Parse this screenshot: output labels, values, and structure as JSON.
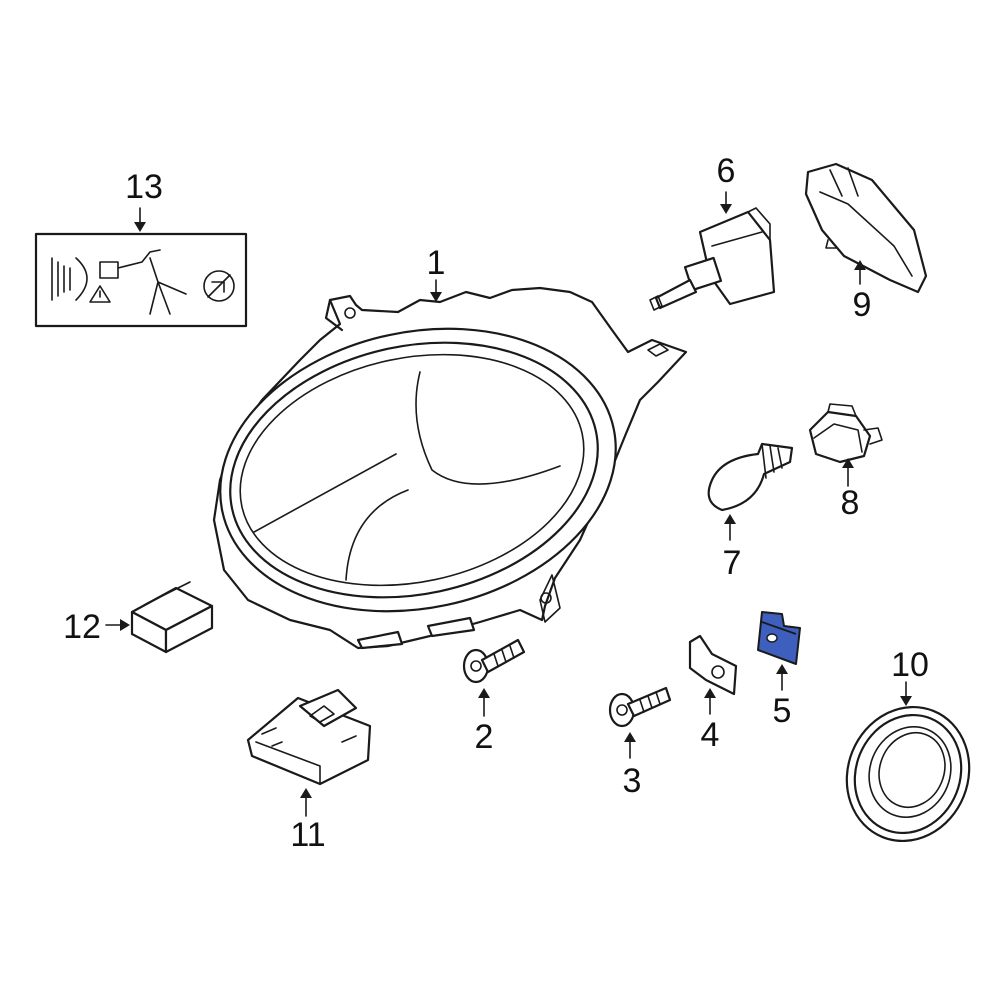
{
  "diagram": {
    "highlight_color": "#3f5fbf",
    "highlighted_part": "5",
    "callouts": [
      {
        "id": "c1",
        "label": "1"
      },
      {
        "id": "c2",
        "label": "2"
      },
      {
        "id": "c3",
        "label": "3"
      },
      {
        "id": "c4",
        "label": "4"
      },
      {
        "id": "c5",
        "label": "5"
      },
      {
        "id": "c6",
        "label": "6"
      },
      {
        "id": "c7",
        "label": "7"
      },
      {
        "id": "c8",
        "label": "8"
      },
      {
        "id": "c9",
        "label": "9"
      },
      {
        "id": "c10",
        "label": "10"
      },
      {
        "id": "c11",
        "label": "11"
      },
      {
        "id": "c12",
        "label": "12"
      },
      {
        "id": "c13",
        "label": "13"
      }
    ]
  }
}
